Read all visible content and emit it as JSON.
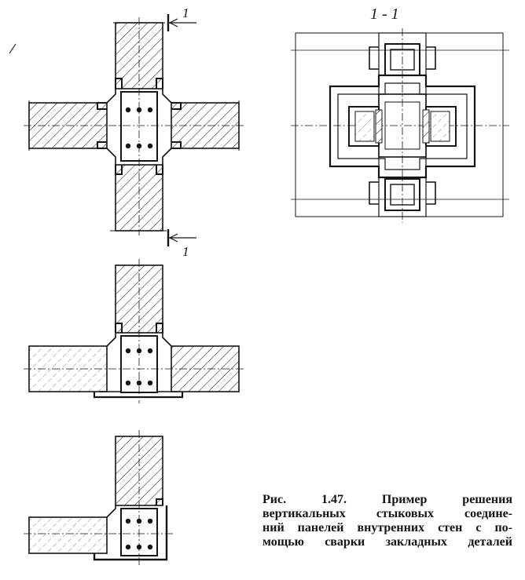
{
  "figure": {
    "section_label": "1 - 1",
    "section_mark_top": "1",
    "section_mark_bottom": "1",
    "caption_lines": [
      "Рис.  1.47.  Пример  решения",
      "вертикальных   стыковых   соедине-",
      "ний панелей внутренних стен с по-",
      "мощью сварки закладных деталей"
    ]
  },
  "colors": {
    "ink": "#151515",
    "paper": "#ffffff"
  }
}
